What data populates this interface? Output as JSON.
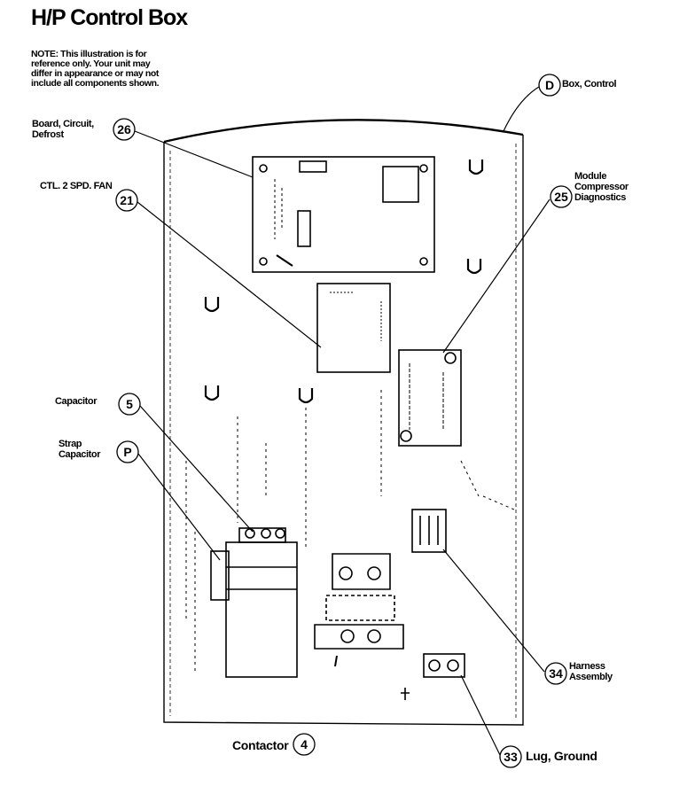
{
  "title": "H/P Control Box",
  "note": {
    "lines": [
      "NOTE: This illustration is for",
      "reference only. Your unit may",
      "differ in appearance or may not",
      "include all components shown."
    ]
  },
  "parts": [
    {
      "ref": "D",
      "label": [
        "Box, Control"
      ]
    },
    {
      "ref": "26",
      "label": [
        "Board, Circuit,",
        "Defrost"
      ]
    },
    {
      "ref": "21",
      "label": [
        "CTL. 2 SPD. FAN"
      ]
    },
    {
      "ref": "25",
      "label": [
        "Module",
        "Compressor",
        "Diagnostics"
      ]
    },
    {
      "ref": "5",
      "label": [
        "Capacitor"
      ]
    },
    {
      "ref": "P",
      "label": [
        "Strap",
        "Capacitor"
      ]
    },
    {
      "ref": "34",
      "label": [
        "Harness",
        "Assembly"
      ]
    },
    {
      "ref": "4",
      "label": [
        "Contactor"
      ]
    },
    {
      "ref": "33",
      "label": [
        "Lug, Ground"
      ]
    }
  ]
}
